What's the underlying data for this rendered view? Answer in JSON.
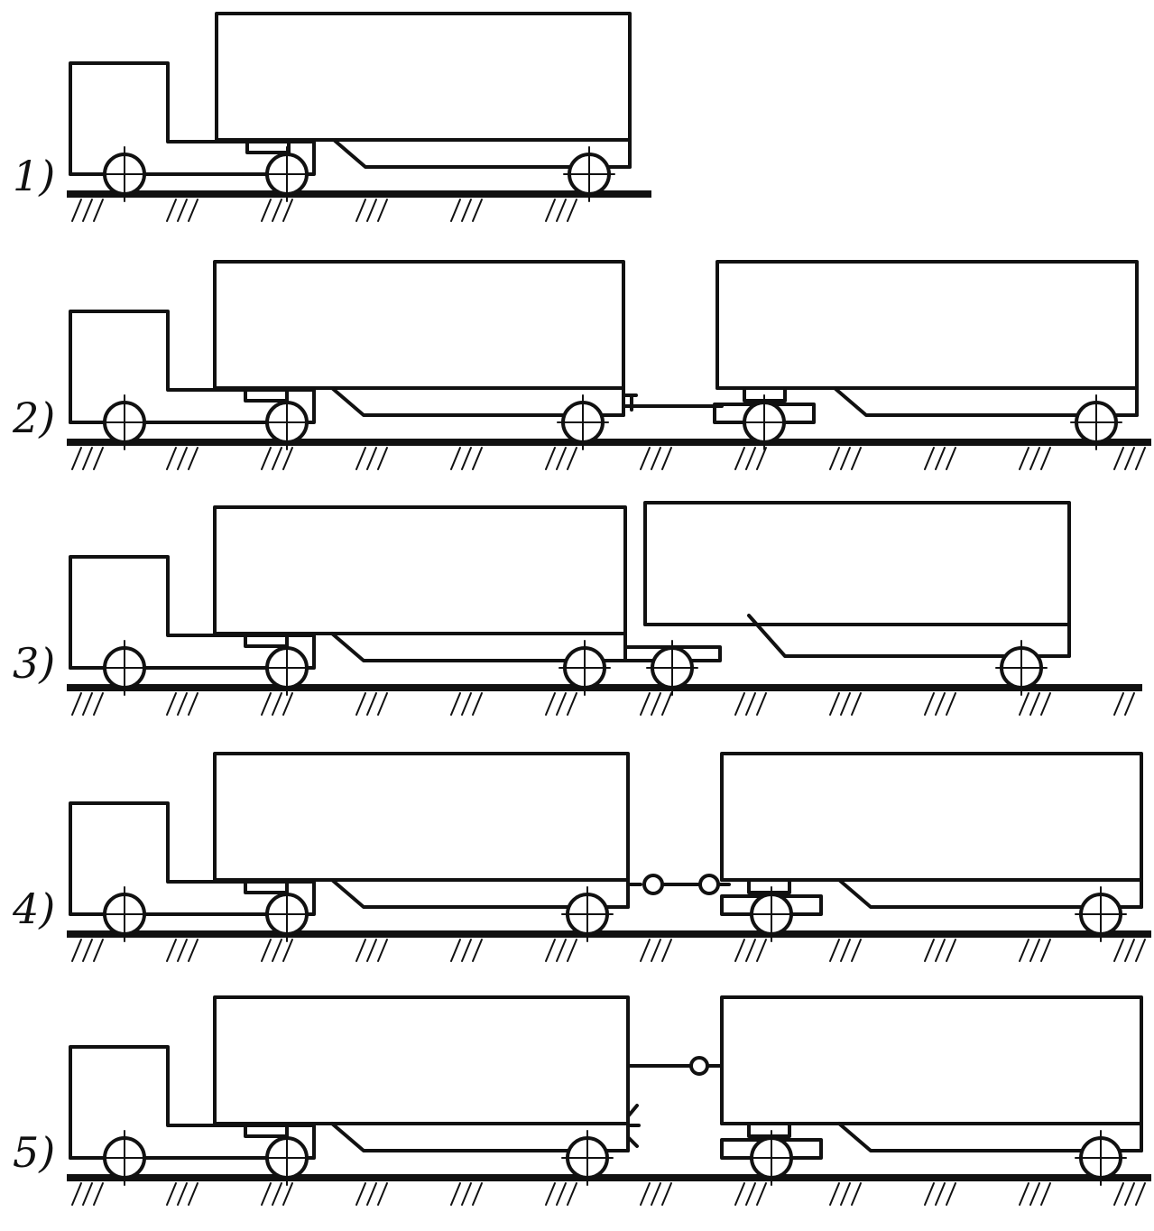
{
  "diagram": {
    "rows": [
      {
        "label": "1)"
      },
      {
        "label": "2)"
      },
      {
        "label": "3)"
      },
      {
        "label": "4)"
      },
      {
        "label": "5)"
      }
    ]
  },
  "colors": {
    "ink": "#111111",
    "paper": "#ffffff"
  }
}
